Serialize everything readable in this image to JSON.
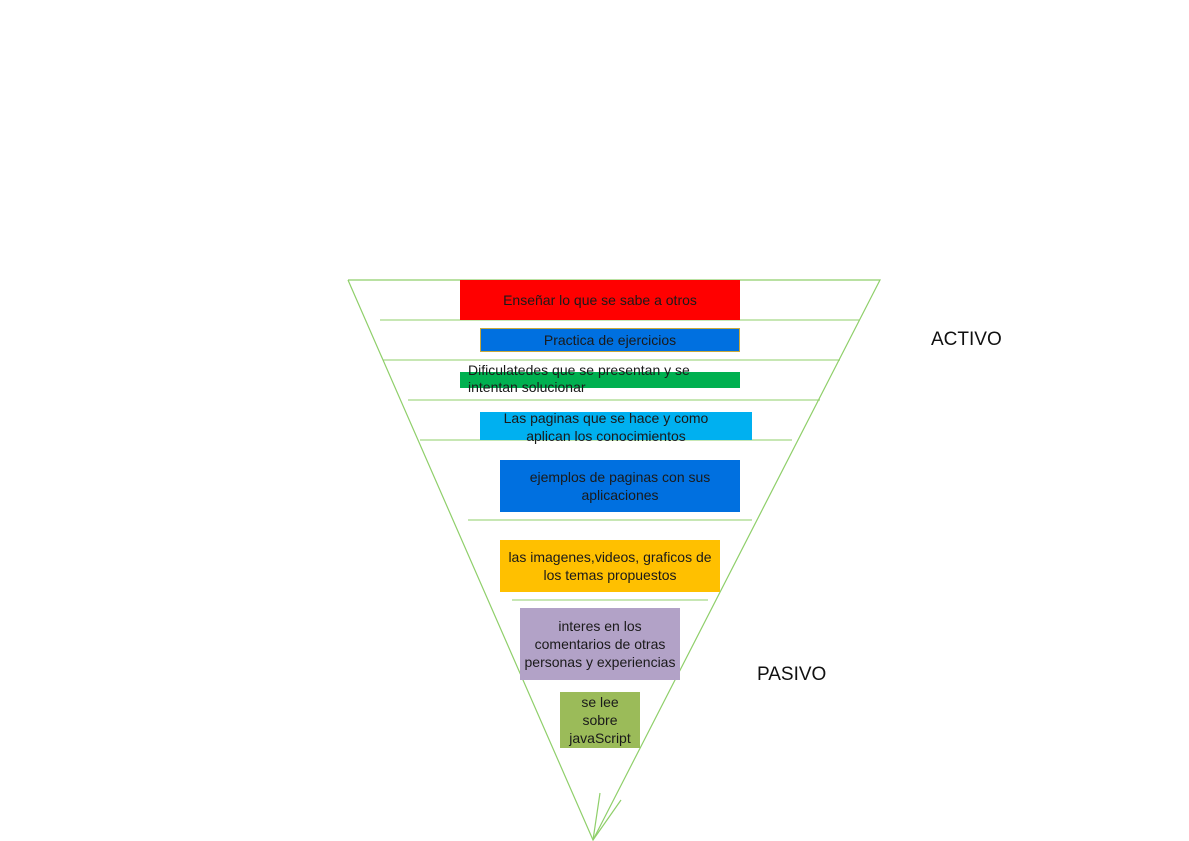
{
  "labels": {
    "active": "ACTIVO",
    "passive": "PASIVO"
  },
  "colors": {
    "outline": "#8fcf6a",
    "red": "#ff0000",
    "blue": "#0070e0",
    "green": "#00b050",
    "light_blue": "#00b0f0",
    "orange": "#ffc000",
    "purple": "#b2a2c7",
    "olive": "#9bbb59"
  },
  "levels": [
    {
      "text": "Enseñar lo que se sabe a otros",
      "color": "#ff0000"
    },
    {
      "text": "Practica de ejercicios",
      "color": "#0070e0"
    },
    {
      "text": "Dificulatedes que se presentan y se intentan solucionar",
      "color": "#00b050"
    },
    {
      "text": "Las paginas que se hace   y como aplican los conocimientos",
      "color": "#00b0f0"
    },
    {
      "text": "ejemplos de paginas con sus aplicaciones",
      "color": "#0070e0"
    },
    {
      "text": "las imagenes,videos, graficos de los temas propuestos",
      "color": "#ffc000"
    },
    {
      "text": "interes en los comentarios de otras personas y experiencias",
      "color": "#b2a2c7"
    },
    {
      "text": "se lee sobre javaScript",
      "color": "#9bbb59"
    }
  ]
}
